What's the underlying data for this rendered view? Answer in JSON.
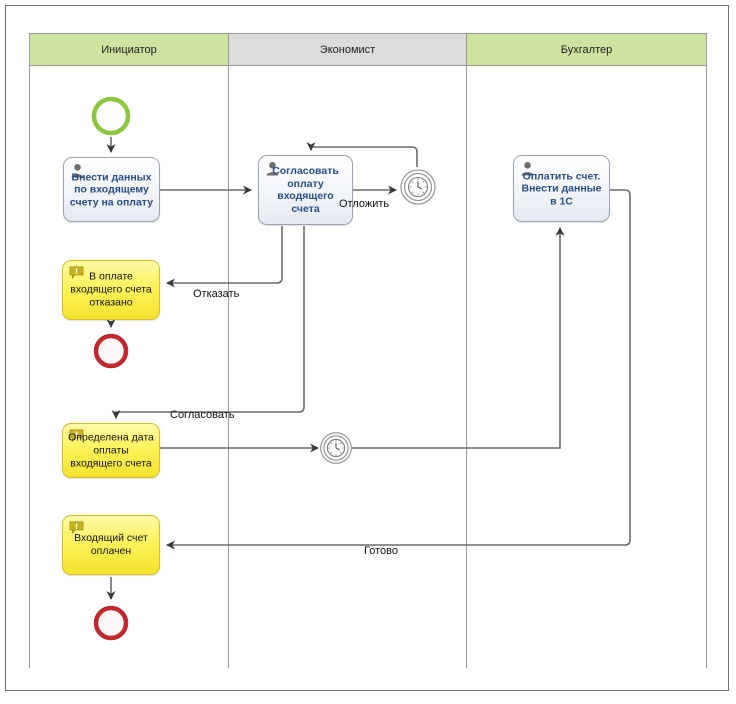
{
  "diagram": {
    "type": "bpmn-process",
    "pool": {
      "lanes": [
        {
          "id": "initiator",
          "label": "Инициатор",
          "color": "#cfe3a0"
        },
        {
          "id": "economist",
          "label": "Экономист",
          "color": "#dcdcdc"
        },
        {
          "id": "accountant",
          "label": "Бухгалтер",
          "color": "#cfe3a0"
        }
      ]
    },
    "tasks": [
      {
        "id": "task-enter-data",
        "label": "Внести данных\nпо входящему\nсчету на оплату",
        "lane": "initiator",
        "icon": "user-icon"
      },
      {
        "id": "task-approve-payment",
        "label": "Согласовать\nоплату\nвходящего\nсчета",
        "lane": "economist",
        "icon": "user-icon"
      },
      {
        "id": "task-pay-invoice",
        "label": "Оплатить счет.\nВнести данные\nв 1С",
        "lane": "accountant",
        "icon": "user-icon"
      }
    ],
    "notes": [
      {
        "id": "note-payment-refused",
        "label": "В оплате\nвходящего счета\nотказано",
        "lane": "initiator",
        "icon": "message-icon"
      },
      {
        "id": "note-payment-date-set",
        "label": "Определена дата\nоплаты\nвходящего счета",
        "lane": "initiator",
        "icon": "message-icon"
      },
      {
        "id": "note-invoice-paid",
        "label": "Входящий счет\nоплачен",
        "lane": "initiator",
        "icon": "message-icon"
      }
    ],
    "events": [
      {
        "id": "event-start",
        "kind": "start",
        "icon": "start-event-icon",
        "color": "#8cc63e"
      },
      {
        "id": "event-timer-defer",
        "kind": "intermediate-timer",
        "icon": "timer-icon",
        "color": "#9a9a9a"
      },
      {
        "id": "event-timer-payment-date",
        "kind": "intermediate-timer",
        "icon": "timer-icon",
        "color": "#9a9a9a"
      },
      {
        "id": "event-end-refused",
        "kind": "end",
        "icon": "end-event-icon",
        "color": "#c1272d"
      },
      {
        "id": "event-end-paid",
        "kind": "end",
        "icon": "end-event-icon",
        "color": "#c1272d"
      }
    ],
    "flow_labels": [
      {
        "id": "flow-defer",
        "label": "Отложить"
      },
      {
        "id": "flow-refuse",
        "label": "Отказать"
      },
      {
        "id": "flow-approve",
        "label": "Согласовать"
      },
      {
        "id": "flow-done",
        "label": "Готово"
      }
    ],
    "colors": {
      "lane_green": "#cfe3a0",
      "lane_gray": "#dcdcdc",
      "task_border": "#9aa4b0",
      "task_text": "#2b4c86",
      "note_fill": "#fdf35c",
      "note_border": "#d4c024",
      "connector": "#6b6b6b",
      "start_event": "#8cc63e",
      "end_event": "#c1272d"
    }
  }
}
